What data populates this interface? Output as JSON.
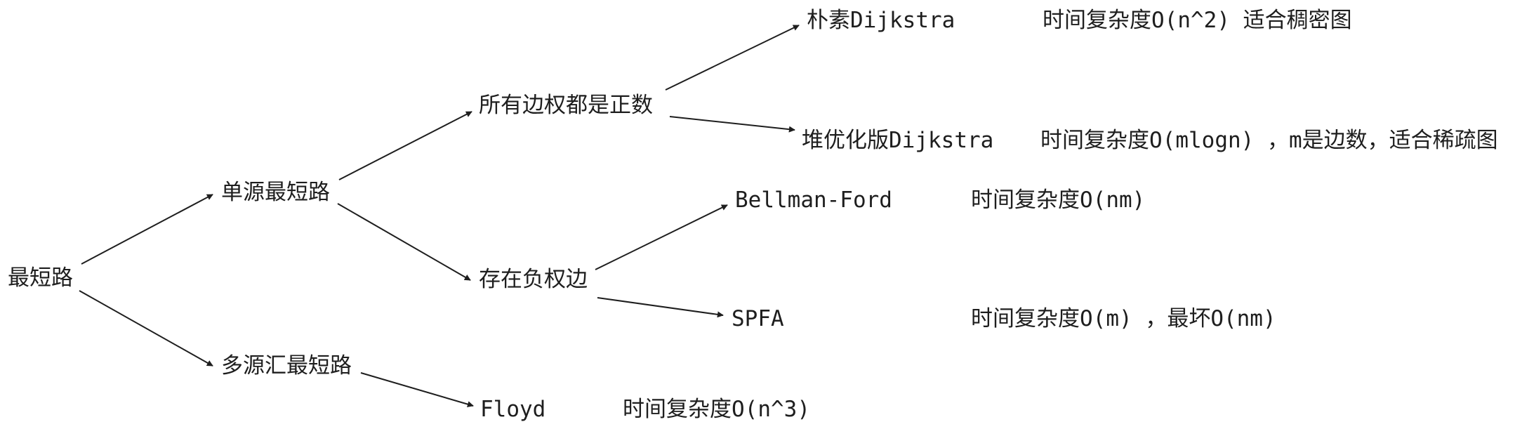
{
  "diagram": {
    "title": "最短路",
    "nodes": {
      "root": "最短路",
      "single_source": "单源最短路",
      "multi_source": "多源汇最短路",
      "all_positive": "所有边权都是正数",
      "negative_edge": "存在负权边",
      "naive_dijkstra": "朴素Dijkstra",
      "heap_dijkstra": "堆优化版Dijkstra",
      "bellman_ford": "Bellman-Ford",
      "spfa": "SPFA",
      "floyd": "Floyd"
    },
    "notes": {
      "naive_dijkstra": "时间复杂度O(n^2) 适合稠密图",
      "heap_dijkstra": "时间复杂度O(mlogn) ，m是边数，适合稀疏图",
      "bellman_ford": "时间复杂度O(nm)",
      "spfa": "时间复杂度O(m) ，最坏O(nm)",
      "floyd": "时间复杂度O(n^3)"
    },
    "edges": [
      {
        "from": "root",
        "to": "single_source"
      },
      {
        "from": "root",
        "to": "multi_source"
      },
      {
        "from": "single_source",
        "to": "all_positive"
      },
      {
        "from": "single_source",
        "to": "negative_edge"
      },
      {
        "from": "all_positive",
        "to": "naive_dijkstra"
      },
      {
        "from": "all_positive",
        "to": "heap_dijkstra"
      },
      {
        "from": "negative_edge",
        "to": "bellman_ford"
      },
      {
        "from": "negative_edge",
        "to": "spfa"
      },
      {
        "from": "multi_source",
        "to": "floyd"
      }
    ]
  }
}
